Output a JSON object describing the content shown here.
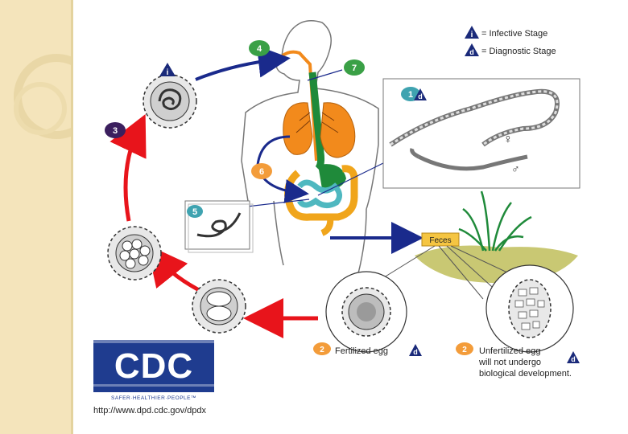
{
  "legend": {
    "infective_symbol": "i",
    "infective_label": "= Infective Stage",
    "diagnostic_symbol": "d",
    "diagnostic_label": "= Diagnostic Stage"
  },
  "steps": {
    "s1": "1",
    "s2": "2",
    "s3": "3",
    "s4": "4",
    "s5": "5",
    "s6": "6",
    "s7": "7"
  },
  "labels": {
    "feces": "Feces",
    "fertilized_egg": "Fertilized egg",
    "unfertilized_line1": "Unfertilized egg",
    "unfertilized_line2": "will not undergo",
    "unfertilized_line3": "biological development.",
    "female_symbol": "♀",
    "male_symbol": "♂"
  },
  "logo": {
    "text": "CDC",
    "tagline": "SAFER·HEALTHIER·PEOPLE™"
  },
  "url": "http://www.dpd.cdc.gov/dpdx",
  "colors": {
    "sidebar": "#f4e4bb",
    "cycle_red": "#e8141b",
    "arrow_blue": "#1a2a8c",
    "step_green": "#3aa046",
    "step_purple": "#3b1f5e",
    "step_orange": "#f39c3a",
    "step_teal": "#3fa3b0",
    "stage_navy": "#1a2a7a",
    "logo_blue": "#1f3c8f",
    "lung_orange": "#f28a1c",
    "digestive_green": "#1f8a3a",
    "intestine_yellow": "#f0a51b",
    "intestine_teal": "#4fb8c0",
    "soil": "#c9c873"
  }
}
